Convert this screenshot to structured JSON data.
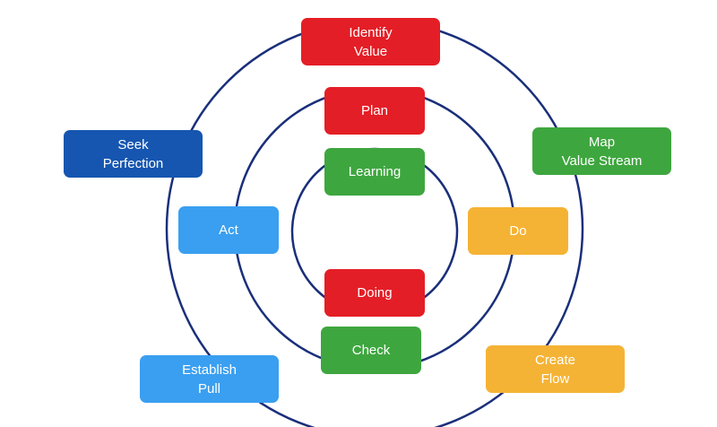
{
  "outer_ring": {
    "identify_value": "Identify\nValue",
    "map_value_stream": "Map\nValue Stream",
    "create_flow": "Create\nFlow",
    "establish_pull": "Establish\nPull",
    "seek_perfection": "Seek\nPerfection"
  },
  "middle_ring": {
    "plan": "Plan",
    "do": "Do",
    "check": "Check",
    "act": "Act"
  },
  "inner_ring": {
    "learning": "Learning",
    "doing": "Doing"
  },
  "colors": {
    "red": "#e41e26",
    "green": "#3ea63f",
    "navy": "#1656b0",
    "sky": "#3a9ff0",
    "orange": "#f5b335",
    "ring": "#1a2f7a"
  }
}
